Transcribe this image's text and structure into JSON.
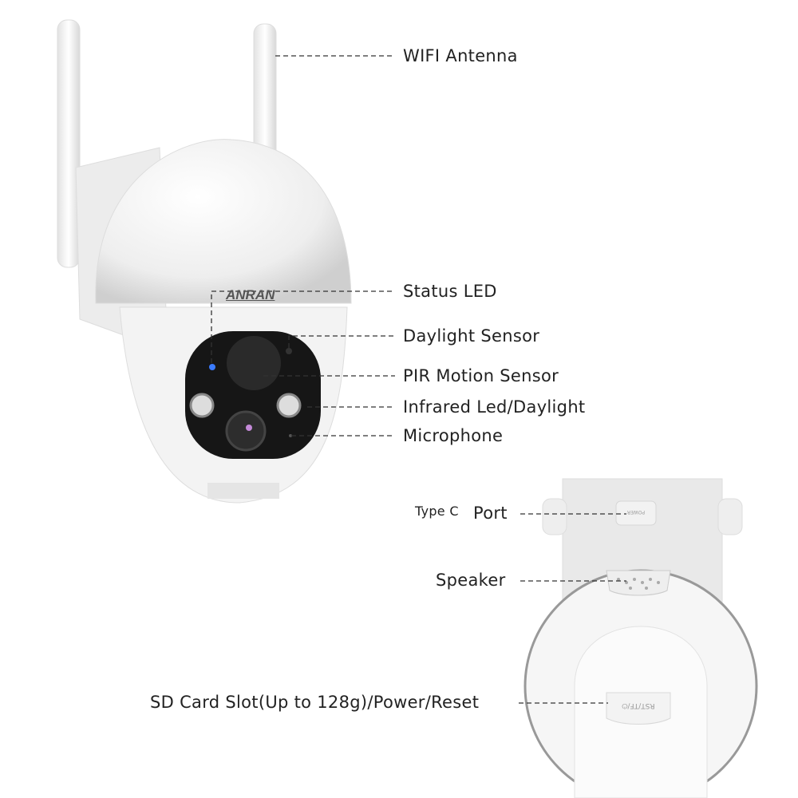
{
  "brand": {
    "logo_text": "ANRAN"
  },
  "labels": {
    "wifi_antenna": "WIFI Antenna",
    "status_led": "Status LED",
    "daylight_sensor": "Daylight Sensor",
    "pir_motion_sensor": "PIR Motion Sensor",
    "infrared_led": "Infrared Led/Daylight",
    "microphone": "Microphone",
    "type_c": "Type C",
    "port": "Port",
    "speaker": "Speaker",
    "sd_card": "SD Card Slot(Up to 128g)/Power/Reset"
  },
  "device_markings": {
    "power": "POWER",
    "rst_tf": "RST/TF/⏻"
  },
  "colors": {
    "leader_line": "#333333",
    "body": "#f4f4f4",
    "lens_panel": "#1a1a1a",
    "status_led": "#3a7bff"
  }
}
